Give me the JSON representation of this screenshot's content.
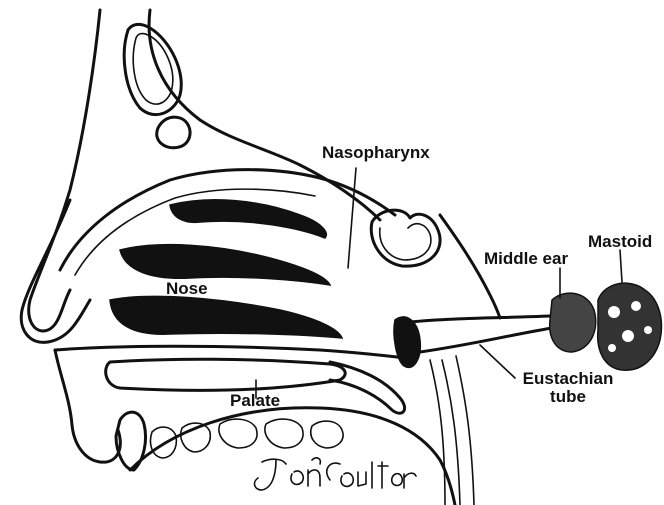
{
  "labels": {
    "nasopharynx": "Nasopharynx",
    "nose": "Nose",
    "palate": "Palate",
    "middle_ear": "Middle ear",
    "mastoid": "Mastoid",
    "eustachian_line1": "Eustachian",
    "eustachian_line2": "tube"
  },
  "signature": "Jon Coulter"
}
